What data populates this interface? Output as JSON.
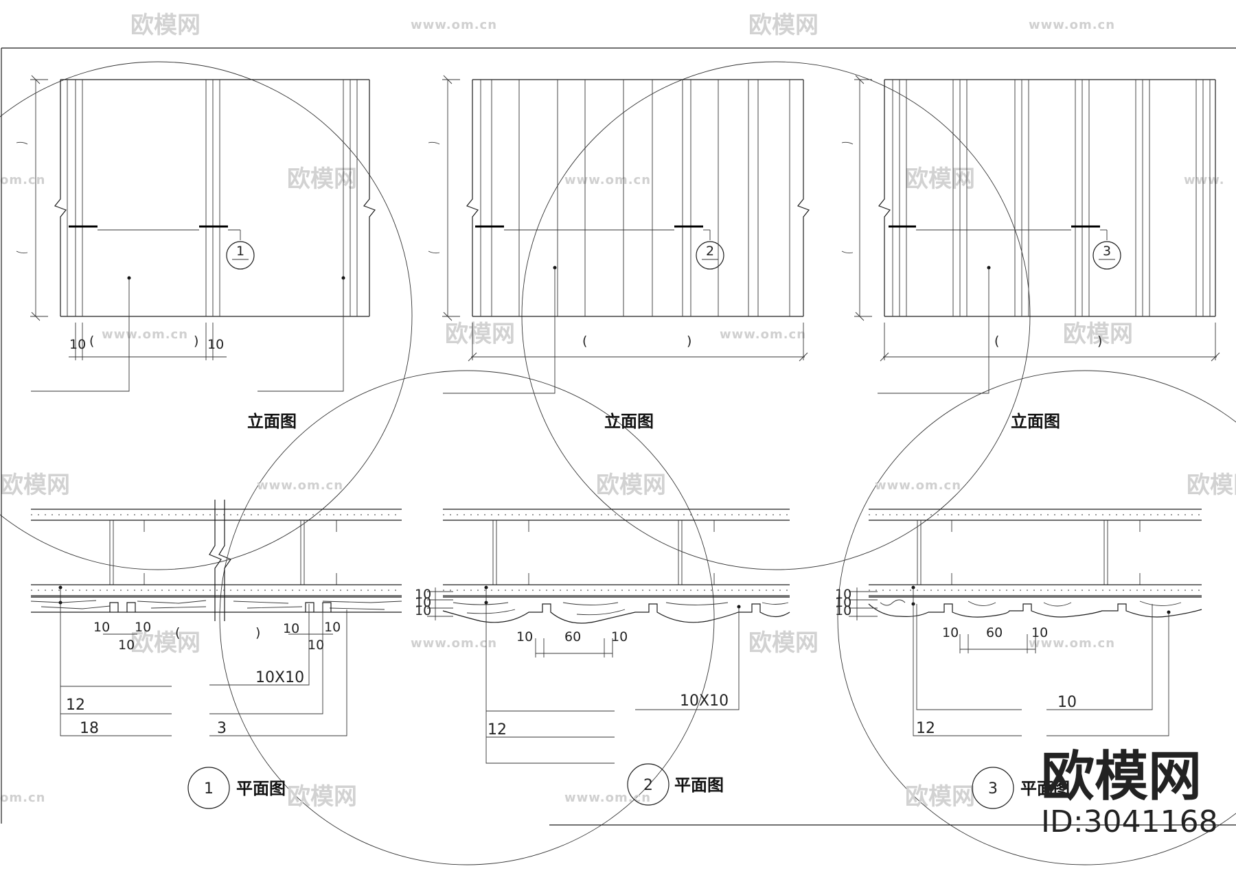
{
  "elevations": [
    {
      "caption": "立面图",
      "dim_left": "10",
      "dim_right": "10",
      "bracket_open": "(",
      "bracket_close": ")",
      "section_no": "1"
    },
    {
      "caption": "立面图",
      "bracket_open": "(",
      "bracket_close": ")",
      "section_no": "2"
    },
    {
      "caption": "立面图",
      "bracket_open": "(",
      "bracket_close": ")",
      "section_no": "3"
    }
  ],
  "plans": [
    {
      "number": "1",
      "caption": "平面图",
      "dims": [
        "10",
        "10",
        "10",
        "10",
        "10",
        "10"
      ],
      "paren_open": "(",
      "paren_close": ")",
      "callouts": [
        "12",
        "18",
        "10X10",
        "3"
      ]
    },
    {
      "number": "2",
      "caption": "平面图",
      "dims": [
        "10",
        "60",
        "10"
      ],
      "callouts": [
        "12",
        "10X10"
      ]
    },
    {
      "number": "3",
      "caption": "平面图",
      "dims": [
        "10",
        "60",
        "10"
      ],
      "callouts": [
        "12",
        "10"
      ]
    }
  ],
  "stacked_dims": [
    "10",
    "10",
    "10"
  ],
  "brand": {
    "name": "欧模网",
    "id": "ID:3041168"
  },
  "watermark": {
    "logo_text": "欧模网",
    "url_text": "www.om.cn",
    "url_short": "om.cn",
    "url_partial": "www."
  }
}
